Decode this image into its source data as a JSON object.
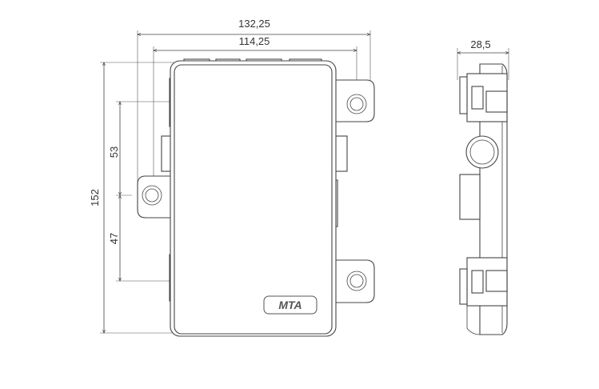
{
  "dimensions": {
    "overall_width": "132,25",
    "inner_width": "114,25",
    "height": "152",
    "upper_hole_spacing": "53",
    "lower_hole_spacing": "47",
    "depth": "28,5"
  },
  "logo": "MTA"
}
